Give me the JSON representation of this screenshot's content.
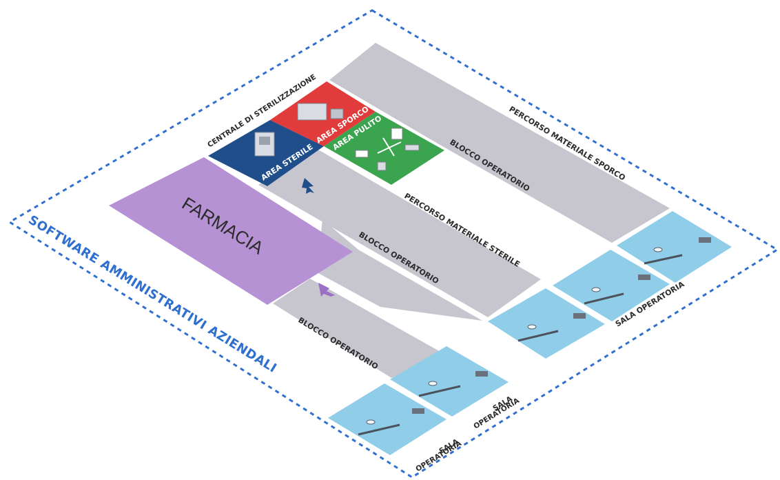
{
  "outer_label": "SOFTWARE AMMINISTRATIVI AZIENDALI",
  "sterilization": {
    "title": "CENTRALE DI STERILIZZAZIONE",
    "area_sporco": "AREA SPORCO",
    "area_pulito": "AREA PULITO",
    "area_sterile": "AREA STERILE"
  },
  "farmacia": "FARMACIA",
  "paths": {
    "sporco": "PERCORSO MATERIALE SPORCO",
    "sterile": "PERCORSO MATERIALE STERILE"
  },
  "blocks": {
    "top": "BLOCCO OPERATORIO",
    "middle": "BLOCCO OPERATORIO",
    "bottom": "BLOCCO OPERATORIO"
  },
  "rooms": {
    "right_group": "SALA OPERATORIA",
    "bottom_a_line1": "SALA",
    "bottom_a_line2": "OPERATORIA",
    "bottom_b_line1": "SALA",
    "bottom_b_line2": "OPERATORIA"
  },
  "colors": {
    "dashed_border": "#2f6fd0",
    "corridor": "#c7c6cf",
    "farmacia": "#b691d3",
    "area_sterile": "#1f4e8a",
    "area_sporco": "#e23b3b",
    "area_pulito": "#3ba44f",
    "sala_operatoria": "#8fcde9"
  },
  "icons": [
    "sterilizer-machine-icon",
    "washer-machine-icon",
    "clean-area-devices-icon",
    "surgical-lamp-icon",
    "operating-table-icon"
  ]
}
